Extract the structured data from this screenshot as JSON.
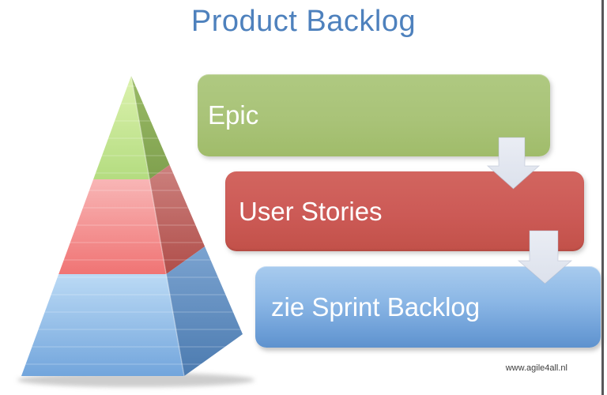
{
  "title": {
    "text": "Product Backlog",
    "color": "#4E81BD"
  },
  "boxes": [
    {
      "id": "epic",
      "label": "Epic",
      "fill": "#A9C378"
    },
    {
      "id": "user-stories",
      "label": "User Stories",
      "fill": "#CC5A56"
    },
    {
      "id": "sprint-backlog",
      "label": "zie Sprint Backlog",
      "fill_top": "#A8CBEE",
      "fill_bottom": "#5E92CE"
    }
  ],
  "arrows": [
    {
      "id": "epic-to-user-stories",
      "direction": "down",
      "color": "#E4E8F1"
    },
    {
      "id": "user-stories-to-sprint-backlog",
      "direction": "down",
      "color": "#E4E8F1"
    }
  ],
  "pyramid": {
    "tiers": [
      {
        "name": "epic-tier",
        "front_top": "#DCF2AE",
        "front_bottom": "#B4DC80",
        "side_top": "#9ABB66",
        "side_bottom": "#7FA04E"
      },
      {
        "name": "user-stories-tier",
        "front_top": "#F8B6B6",
        "front_bottom": "#F07474",
        "side_top": "#CC817E",
        "side_bottom": "#B04E4A"
      },
      {
        "name": "sprint-backlog-tier",
        "front_top": "#BBDAF5",
        "front_bottom": "#72A5DC",
        "side_top": "#7BA3D0",
        "side_bottom": "#4C7BB0"
      }
    ]
  },
  "footer": {
    "watermark": "www.agile4all.nl"
  },
  "frame": {
    "right_border_color": "#58585A"
  }
}
